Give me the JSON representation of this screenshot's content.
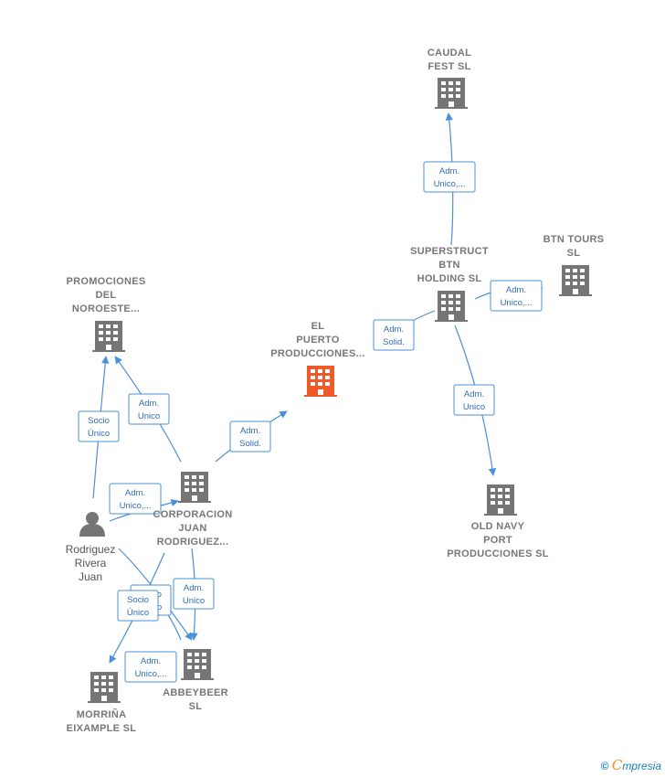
{
  "nodes": {
    "caudal": {
      "lines": [
        "CAUDAL",
        "FEST  SL"
      ]
    },
    "superstruct": {
      "lines": [
        "SUPERSTRUCT",
        "BTN",
        "HOLDING  SL"
      ]
    },
    "btntours": {
      "lines": [
        "BTN TOURS",
        "SL"
      ]
    },
    "elpuerto": {
      "lines": [
        "EL",
        "PUERTO",
        "PRODUCCIONES..."
      ]
    },
    "promociones": {
      "lines": [
        "PROMOCIONES",
        "DEL",
        "NOROESTE..."
      ]
    },
    "corporacion": {
      "lines": [
        "CORPORACION",
        "JUAN",
        "RODRIGUEZ..."
      ]
    },
    "oldnavy": {
      "lines": [
        "OLD NAVY",
        "PORT",
        "PRODUCCIONES SL"
      ]
    },
    "rodriguez": {
      "lines": [
        "Rodriguez",
        "Rivera",
        "Juan"
      ]
    },
    "abbeybeer": {
      "lines": [
        "ABBEYBEER",
        "SL"
      ]
    },
    "morrina": {
      "lines": [
        "MORRIÑA",
        "EIXAMPLE  SL"
      ]
    }
  },
  "edges": {
    "super_caudal": [
      "Adm.",
      "Unico,..."
    ],
    "btn_super": [
      "Adm.",
      "Unico,..."
    ],
    "super_puerto": [
      "Adm.",
      "Solid."
    ],
    "super_oldnavy": [
      "Adm.",
      "Unico"
    ],
    "corp_puerto": [
      "Adm.",
      "Solid."
    ],
    "corp_promo": [
      "Adm.",
      "Unico"
    ],
    "rod_promo": [
      "Socio",
      "Único"
    ],
    "rod_corp": [
      "Adm.",
      "Unico,..."
    ],
    "corp_abbey": [
      "Adm.",
      "Unico"
    ],
    "rod_abbey_socio": [
      "Socio",
      "Único"
    ],
    "rod_morrina": [
      "Socio",
      "Único"
    ],
    "rod_morrina_adm": [
      "Adm.",
      "Unico,..."
    ]
  },
  "colors": {
    "company": "#757575",
    "main_company": "#f05a28",
    "edge": "#4a90d9",
    "person": "#757575"
  },
  "footer": {
    "copyright": "©",
    "brand_first": "C",
    "brand_rest": "mpresia"
  }
}
